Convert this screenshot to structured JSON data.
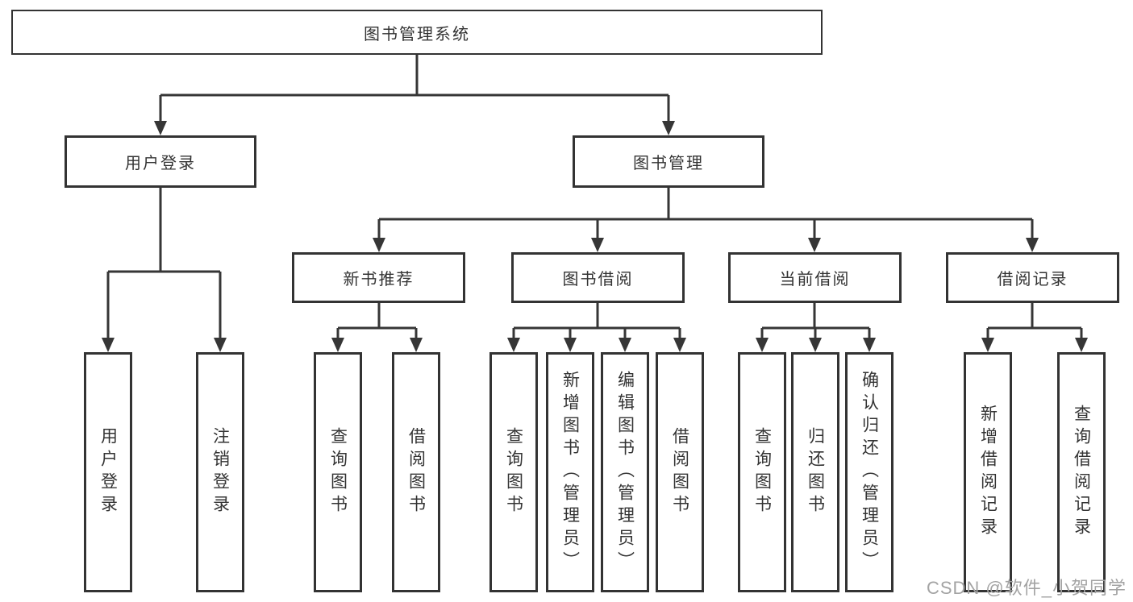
{
  "tree": {
    "root": {
      "label": "图书管理系统",
      "children": [
        {
          "label": "用户登录",
          "children": [
            {
              "label": "用户登录"
            },
            {
              "label": "注销登录"
            }
          ]
        },
        {
          "label": "图书管理",
          "children": [
            {
              "label": "新书推荐",
              "children": [
                {
                  "label": "查询图书"
                },
                {
                  "label": "借阅图书"
                }
              ]
            },
            {
              "label": "图书借阅",
              "children": [
                {
                  "label": "查询图书"
                },
                {
                  "label": "新增图书（管理员）"
                },
                {
                  "label": "编辑图书（管理员）"
                },
                {
                  "label": "借阅图书"
                }
              ]
            },
            {
              "label": "当前借阅",
              "children": [
                {
                  "label": "查询图书"
                },
                {
                  "label": "归还图书"
                },
                {
                  "label": "确认归还（管理员）"
                }
              ]
            },
            {
              "label": "借阅记录",
              "children": [
                {
                  "label": "新增借阅记录"
                },
                {
                  "label": "查询借阅记录"
                }
              ]
            }
          ]
        }
      ]
    }
  },
  "watermark": {
    "text": "CSDN @软件_小贺同学"
  },
  "colors": {
    "line": "#363636",
    "box_border": "#333333",
    "text": "#333333",
    "watermark": "#a3a3a3",
    "background": "#ffffff"
  }
}
